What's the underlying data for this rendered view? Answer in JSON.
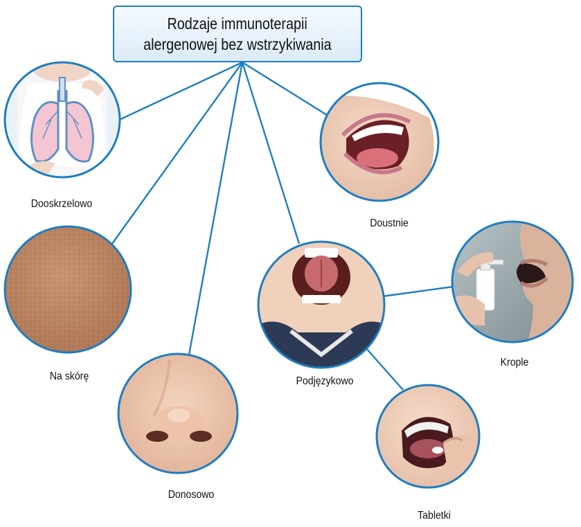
{
  "title": {
    "line1": "Rodzaje immunoterapii",
    "line2": "alergenowej bez wstrzykiwania"
  },
  "colors": {
    "accent": "#1e7dc1",
    "title_bg_top": "#f4f9fe",
    "title_bg_bottom": "#dcebf8"
  },
  "nodes": {
    "dooskrzelowo": {
      "label": "Dooskrzelowo",
      "picture": "lungs-illustration"
    },
    "na_skore": {
      "label": "Na skórę",
      "picture": "skin-texture"
    },
    "donosowo": {
      "label": "Donosowo",
      "picture": "nose"
    },
    "podjezykowo": {
      "label": "Podjęzykowo",
      "picture": "child-raised-tongue"
    },
    "doustnie": {
      "label": "Doustnie",
      "picture": "open-mouth"
    },
    "krople": {
      "label": "Krople",
      "picture": "spray-into-mouth"
    },
    "tabletki": {
      "label": "Tabletki",
      "picture": "tablet-under-tongue"
    }
  }
}
